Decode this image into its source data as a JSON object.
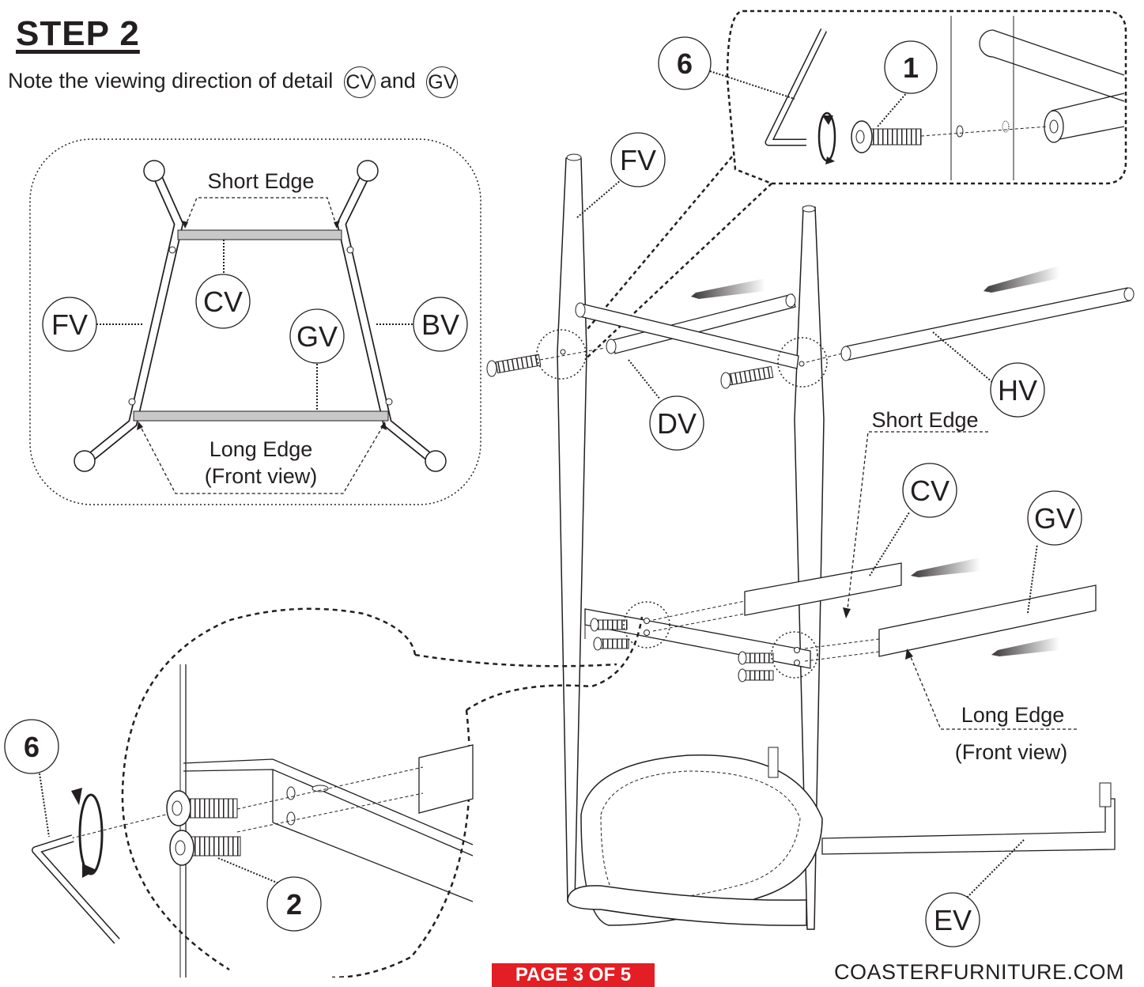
{
  "step": {
    "title": "STEP 2",
    "note_prefix": "Note the viewing direction  of detail",
    "note_part_a": "CV",
    "note_conjunction": "and",
    "note_part_b": "GV"
  },
  "inset_diagram": {
    "short_edge": "Short Edge",
    "long_edge": "Long Edge",
    "front_view": "(Front view)",
    "labels": {
      "fv": "FV",
      "bv": "BV",
      "cv": "CV",
      "gv": "GV"
    }
  },
  "main_diagram": {
    "part_labels": {
      "fv": "FV",
      "dv": "DV",
      "hv": "HV",
      "cv": "CV",
      "gv": "GV",
      "ev": "EV"
    },
    "short_edge": "Short Edge",
    "long_edge": "Long Edge",
    "front_view": "(Front view)"
  },
  "hardware": {
    "top_bolt": "1",
    "top_tool": "6",
    "bottom_bolt": "2",
    "bottom_tool": "6"
  },
  "footer": {
    "page_indicator": "PAGE 3 OF 5",
    "website": "COASTERFURNITURE.COM",
    "accent_color": "#e31e24"
  }
}
